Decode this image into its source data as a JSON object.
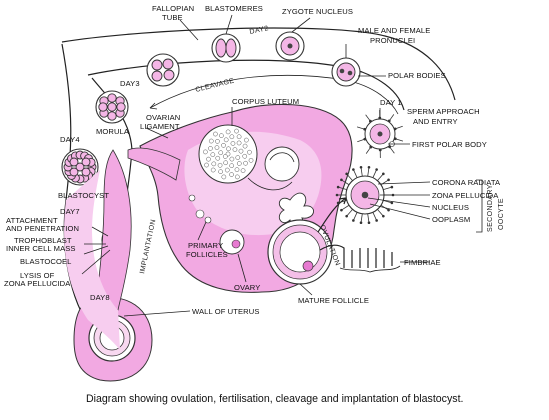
{
  "labels": {
    "fallopian_tube": [
      "FALLOPIAN",
      "TUBE"
    ],
    "blastomeres": "BLASTOMERES",
    "zygote_nucleus": "ZYGOTE NUCLEUS",
    "pronuclei": [
      "MALE AND FEMALE",
      "PRONUCLEI"
    ],
    "polar_bodies": "POLAR BODIES",
    "day1": "DAY 1",
    "day2": "DAY2",
    "day3": "DAY3",
    "day4": "DAY4",
    "day7": "DAY7",
    "day8": "DAY8",
    "cleavage": "CLEAVAGE",
    "morula": "MORULA",
    "blastocyst": "BLASTOCYST",
    "corpus_luteum": "CORPUS LUTEUM",
    "ovarian_ligament": [
      "OVARIAN",
      "LIGAMENT"
    ],
    "sperm_approach": [
      "SPERM APPROACH",
      "AND ENTRY"
    ],
    "first_polar_body": "FIRST POLAR BODY",
    "corona_radiata": "CORONA RADIATA",
    "zona_pellucida": "ZONA PELLUCIDA",
    "nucleus": "NUCLEUS",
    "ooplasm": "OOPLASM",
    "secondary_oocyte": [
      "SECONDARY",
      "OOCYTE"
    ],
    "attachment": [
      "ATTACHMENT",
      "AND PENETRATION"
    ],
    "trophoblast": "TROPHOBLAST",
    "inner_cell_mass": "INNER CELL MASS",
    "blastocoel": "BLASTOCOEL",
    "lysis": [
      "LYSIS OF",
      "ZONA PELLUCIDA"
    ],
    "implantation": "IMPLANTATION",
    "primary_follicles": [
      "PRIMARY",
      "FOLLICLES"
    ],
    "ovary": "OVARY",
    "ovulation": "OVULATION",
    "fimbriae": "FIMBRIAE",
    "mature_follicle": "MATURE FOLLICLE",
    "wall_of_uterus": "WALL OF UTERUS"
  },
  "caption": "Diagram showing ovulation, fertilisation, cleavage and implantation of blastocyst.",
  "colors": {
    "tissue": "#f2a9e2",
    "tissue_dark": "#e77ad1",
    "tissue_light": "#f7cdef",
    "outline": "#222222"
  }
}
